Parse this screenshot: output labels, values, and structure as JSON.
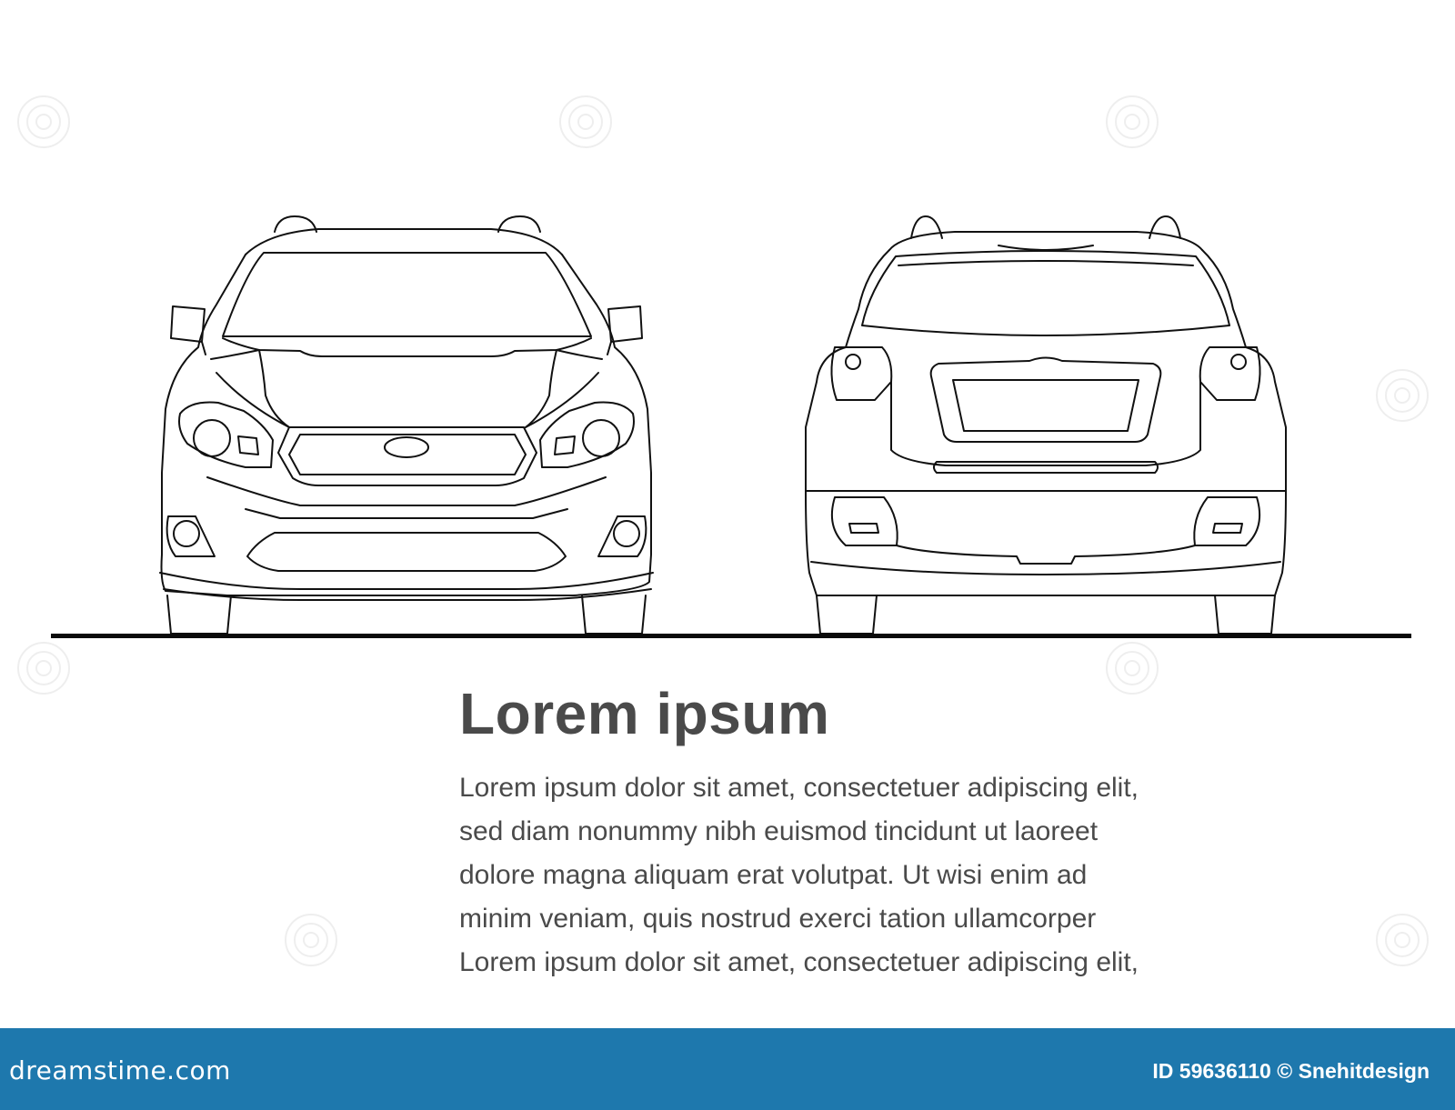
{
  "illustration": {
    "views": [
      "front-view",
      "rear-view"
    ],
    "line_color": "#111111",
    "ground_color": "#0a0a0a"
  },
  "heading": "Lorem ipsum",
  "body_lines": [
    "Lorem ipsum dolor sit amet, consectetuer adipiscing elit,",
    "sed diam nonummy nibh euismod tincidunt ut laoreet",
    "dolore magna aliquam erat volutpat. Ut wisi enim ad",
    "minim veniam, quis nostrud exerci tation ullamcorper",
    "Lorem ipsum dolor sit amet, consectetuer adipiscing elit,"
  ],
  "footer": {
    "logo_text": "dreamstime.com",
    "credit_id_label": "ID",
    "credit_id": "59636110",
    "credit_symbol": "©",
    "credit_author": "Snehitdesign",
    "background_color": "#1e78ad",
    "text_color": "#ffffff"
  },
  "colors": {
    "text": "#4a4a4a",
    "background": "#ffffff"
  }
}
